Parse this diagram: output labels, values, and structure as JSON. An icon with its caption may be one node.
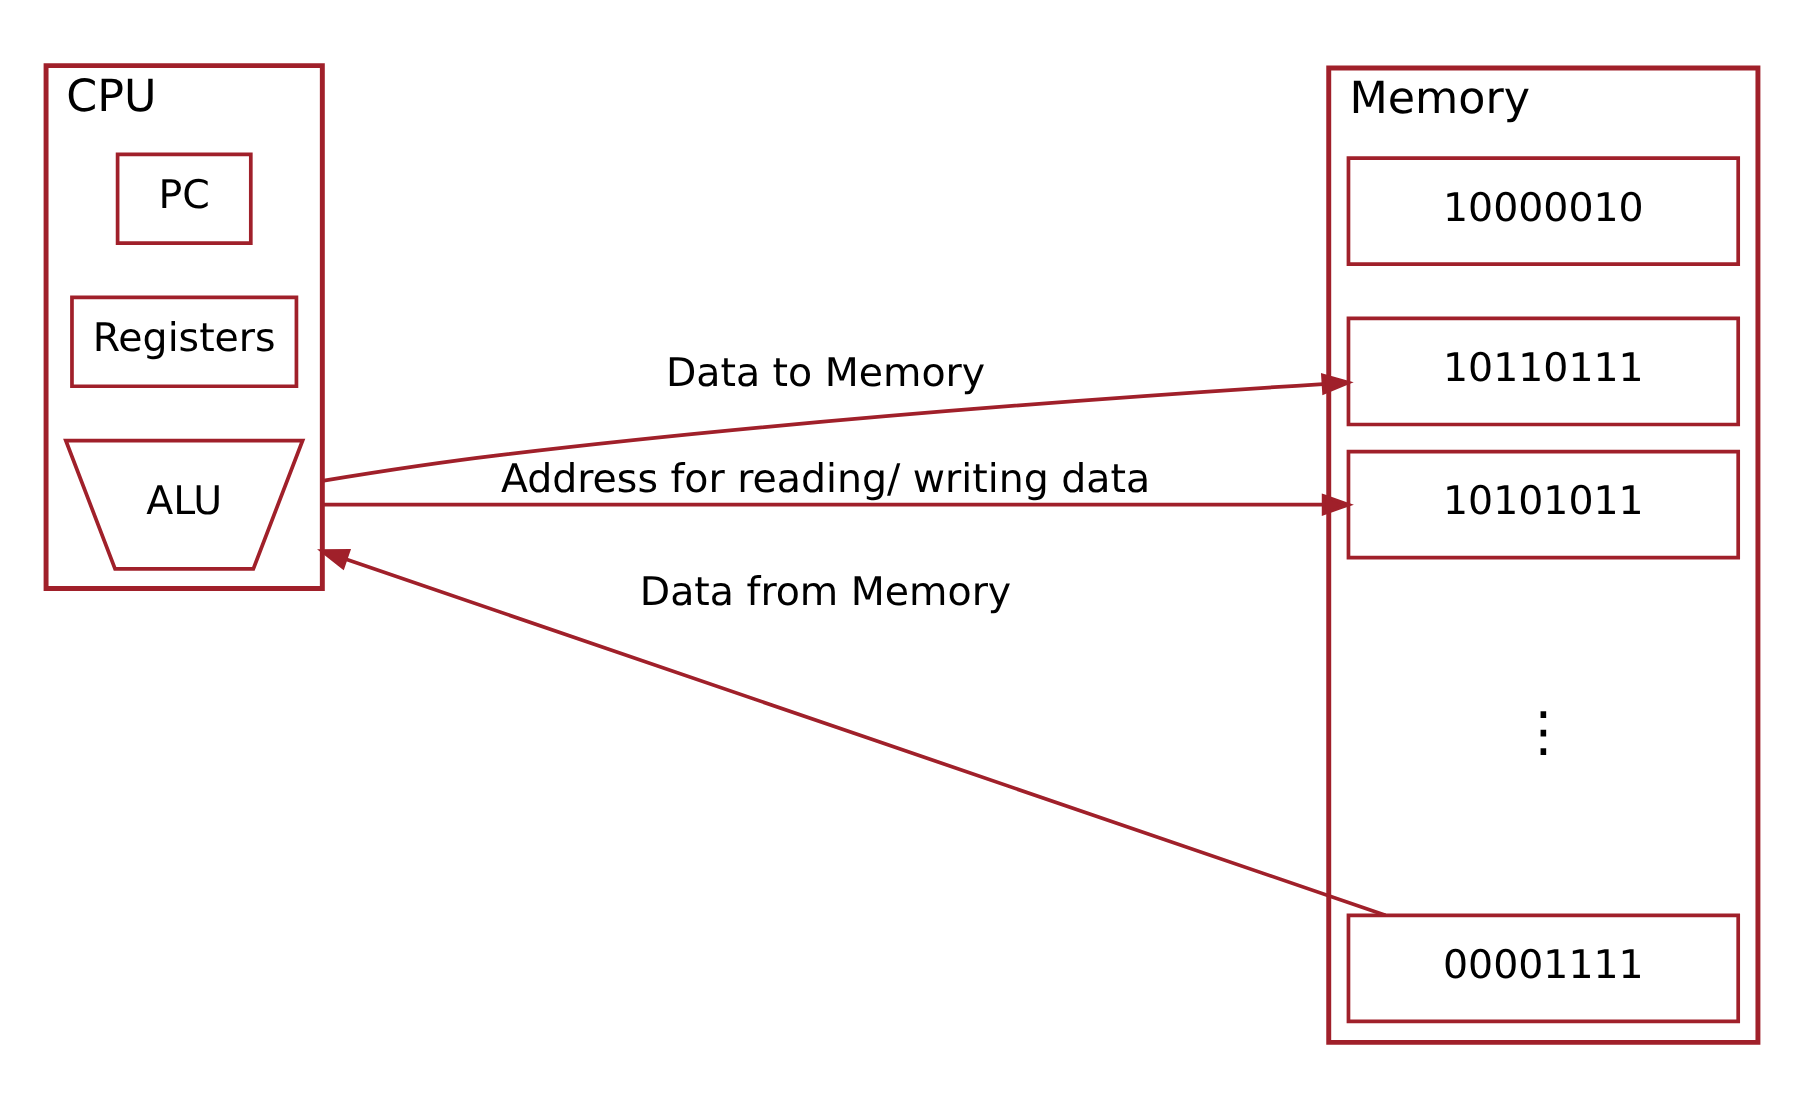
{
  "diagram": {
    "nodes": [
      {
        "text": [
          "CPU"
        ]
      },
      {
        "text": [
          "ALU"
        ],
        "in": 0
      },
      {
        "text": [
          "Registers"
        ],
        "in": 0
      },
      {
        "text": [
          "PC"
        ],
        "in": 0
      },
      {
        "text": [
          "Memory"
        ]
      },
      {
        "text": [
          "10110111"
        ],
        "in": 4
      },
      {
        "text": [
          "10000010"
        ],
        "in": 4
      },
      {
        "text": [
          "00001111"
        ],
        "in": 4
      },
      {
        "text": [
          "10101011"
        ],
        "in": 4
      }
    ],
    "edges": [
      {
        "from": 0,
        "to": 5,
        "arrow": "to",
        "label": "Data to Memory"
      },
      {
        "from": 7,
        "to": 0,
        "arrow": "to",
        "label": "Data from Memory"
      },
      {
        "from": 0,
        "to": 8,
        "arrow": "to",
        "label": "Address for reading/ writing data"
      }
    ],
    "labels": [
      "⋮"
    ]
  }
}
